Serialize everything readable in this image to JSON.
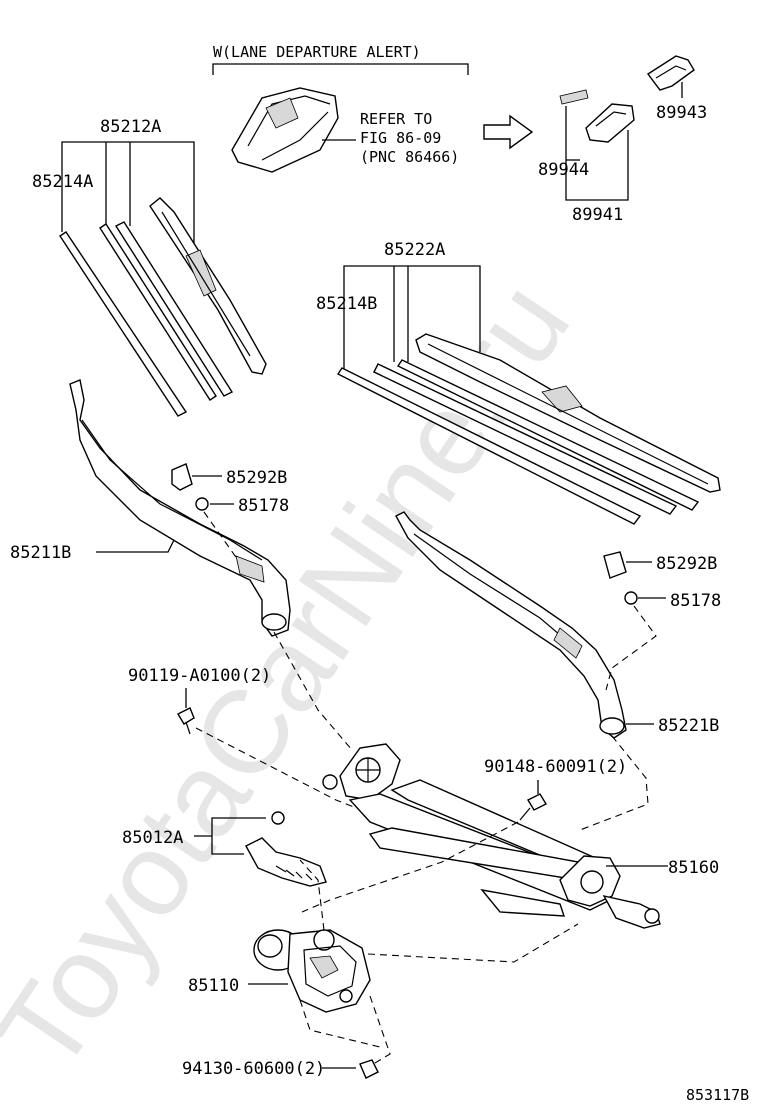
{
  "watermark": "ToyotaCarNine.ru",
  "variant_label": "W(LANE DEPARTURE ALERT)",
  "refer": {
    "line1": "REFER TO",
    "line2": "FIG 86-09",
    "line3": "(PNC 86466)"
  },
  "labels": {
    "p85212A": "85212A",
    "p85214A": "85214A",
    "p85222A": "85222A",
    "p85214B": "85214B",
    "p85292B_1": "85292B",
    "p85178_1": "85178",
    "p85211B": "85211B",
    "p85292B_2": "85292B",
    "p85178_2": "85178",
    "p90119": "90119-A0100(2)",
    "p85221B": "85221B",
    "p90148": "90148-60091(2)",
    "p85012A": "85012A",
    "p85160": "85160",
    "p85110": "85110",
    "p94130": "94130-60600(2)",
    "p89943": "89943",
    "p89944": "89944",
    "p89941": "89941"
  },
  "figure_id": "853117B"
}
